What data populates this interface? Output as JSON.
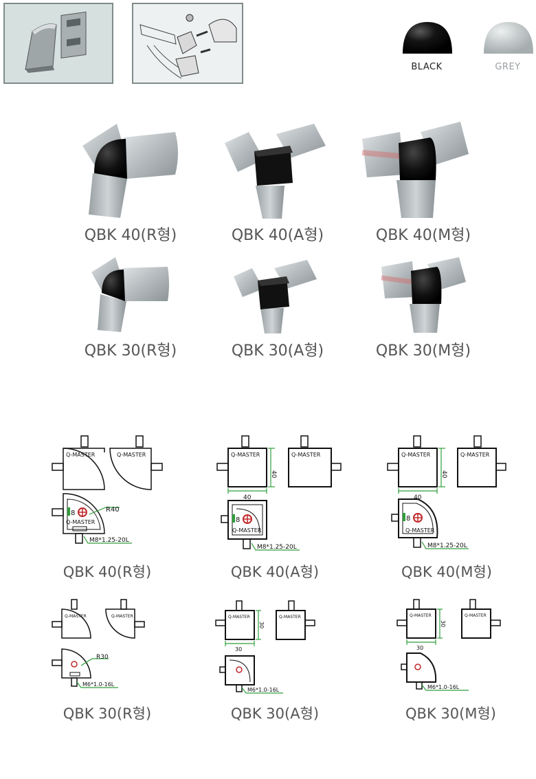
{
  "swatches": [
    {
      "label": "BLACK",
      "color": "#141414",
      "text_color": "#222222"
    },
    {
      "label": "GREY",
      "color": "#c3c9ca",
      "text_color": "#9aa0a2"
    }
  ],
  "photos": {
    "row1": [
      "QBK 40(R형)",
      "QBK 40(A형)",
      "QBK 40(M형)"
    ],
    "row2": [
      "QBK 30(R형)",
      "QBK 30(A형)",
      "QBK 30(M형)"
    ]
  },
  "drawings": {
    "brand": "Q-MASTER",
    "row1": {
      "captions": [
        "QBK 40(R형)",
        "QBK 40(A형)",
        "QBK 40(M형)"
      ],
      "r_radius": "R40",
      "dim": "40",
      "slot": "8",
      "bolt": "M8*1.25-20L"
    },
    "row2": {
      "captions": [
        "QBK 30(R형)",
        "QBK 30(A형)",
        "QBK 30(M형)"
      ],
      "r_radius": "R30",
      "dim": "30",
      "bolt": "M6*1.0-16L"
    }
  },
  "colors": {
    "accent_green": "#2e9e3a",
    "aluminum": "#b9bec1",
    "cap_black": "#111111"
  }
}
